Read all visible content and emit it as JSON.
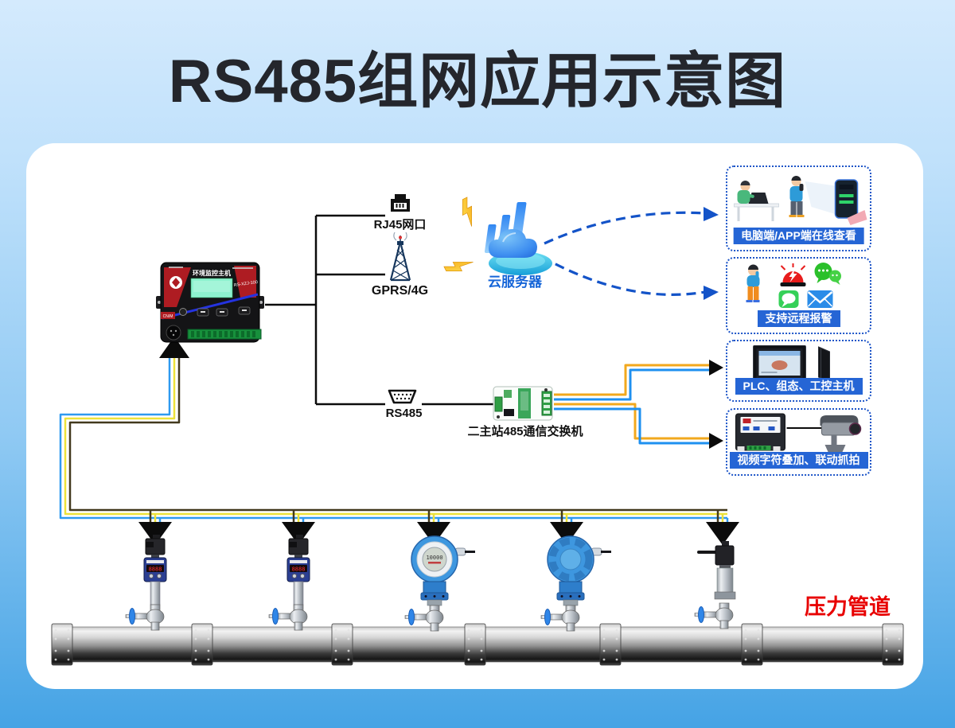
{
  "title": "RS485组网应用示意图",
  "host": {
    "label": "环境监控主机",
    "model": "RS-XZJ-100",
    "badge": "CN/M"
  },
  "ports": {
    "rj45": "RJ45网口",
    "gprs": "GPRS/4G",
    "rs485": "RS485"
  },
  "cloud_label": "云服务器",
  "switch_label": "二主站485通信交换机",
  "panels": [
    {
      "label": "电脑端/APP端在线查看"
    },
    {
      "label": "支持远程报警"
    },
    {
      "label": "PLC、组态、工控主机"
    },
    {
      "label": "视频字符叠加、联动抓拍"
    }
  ],
  "pipeline_label": "压力管道",
  "sensors": {
    "display_small": "8888",
    "display_round": "10000"
  },
  "colors": {
    "background_top": "#cfe7fc",
    "background_bottom": "#44a3e5",
    "title_text": "#24262c",
    "line_black": "#0b0b0b",
    "dashed_arrow_blue": "#1353c8",
    "panel_border_blue": "#1d55c8",
    "panel_label_bg": "#2565d5",
    "wire_bus_yellow": "#ece23a",
    "wire_bus_blue": "#2e9af0",
    "wire_bus_dark": "#42391d",
    "wire_switch_yellow": "#f2a81d",
    "wire_switch_blue": "#1e90f0",
    "pipeline_label_red": "#e80000",
    "cloud_label_blue": "#1565d8"
  }
}
